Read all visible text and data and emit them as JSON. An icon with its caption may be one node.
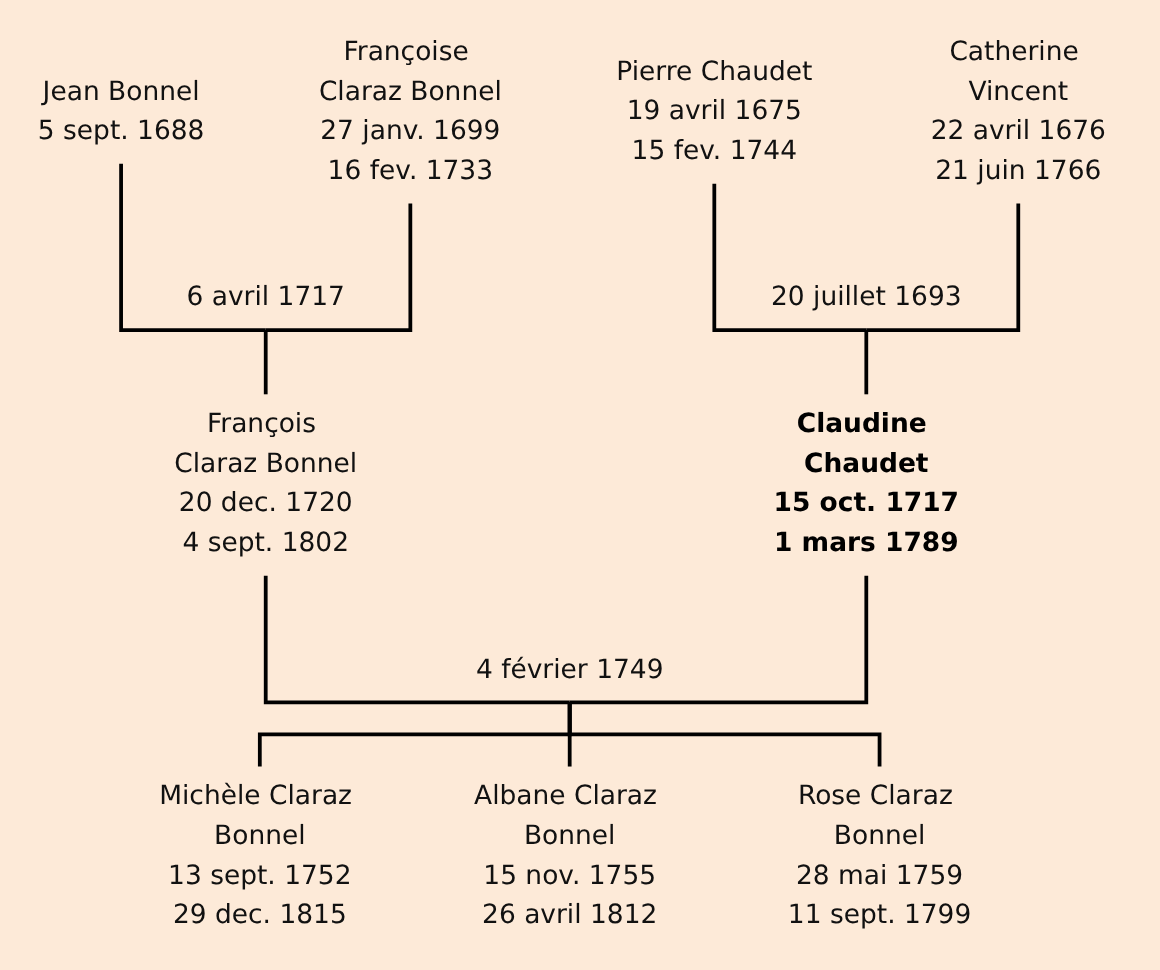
{
  "diagram": {
    "nodes": [
      {
        "text": [
          "Jean Bonnel",
          "5 sept. 1688"
        ]
      },
      {
        "text": [
          "Françoise Claraz Bonnel",
          "27 janv. 1699",
          "16 fev. 1733"
        ]
      },
      {
        "text": [
          "Pierre Chaudet",
          "19 avril 1675",
          "15 fev. 1744"
        ]
      },
      {
        "text": [
          "Catherine Vincent",
          "22 avril 1676",
          "21 juin 1766"
        ]
      },
      {
        "text": [
          "6 avril 1717"
        ]
      },
      {
        "text": [
          "20 juillet 1693"
        ]
      },
      {
        "text": [
          "François Claraz Bonnel",
          "20 dec. 1720",
          "4 sept. 1802"
        ]
      },
      {
        "text": [
          "Claudine Chaudet",
          "15 oct. 1717",
          "1 mars 1789"
        ]
      },
      {
        "text": [
          "4 février 1749"
        ]
      },
      {
        "text": [
          "Michèle Claraz Bonnel",
          "13 sept. 1752",
          "29 dec. 1815"
        ]
      },
      {
        "text": [
          "Albane Claraz Bonnel",
          "15 nov. 1755",
          "26 avril 1812"
        ]
      },
      {
        "text": [
          "Rose Claraz Bonnel",
          "28 mai 1759",
          "11 sept. 1799"
        ]
      }
    ],
    "edges": [
      {
        "from": 0,
        "to": 4,
        "arrow": "none"
      },
      {
        "from": 1,
        "to": 4,
        "arrow": "none"
      },
      {
        "from": 4,
        "to": 6,
        "arrow": "none"
      },
      {
        "from": 2,
        "to": 5,
        "arrow": "none"
      },
      {
        "from": 3,
        "to": 5,
        "arrow": "none"
      },
      {
        "from": 5,
        "to": 7,
        "arrow": "none"
      },
      {
        "from": 6,
        "to": 8,
        "arrow": "none"
      },
      {
        "from": 7,
        "to": 8,
        "arrow": "none"
      },
      {
        "from": 8,
        "to": 9,
        "arrow": "none"
      },
      {
        "from": 8,
        "to": 10,
        "arrow": "none"
      },
      {
        "from": 8,
        "to": 11,
        "arrow": "none"
      }
    ]
  }
}
